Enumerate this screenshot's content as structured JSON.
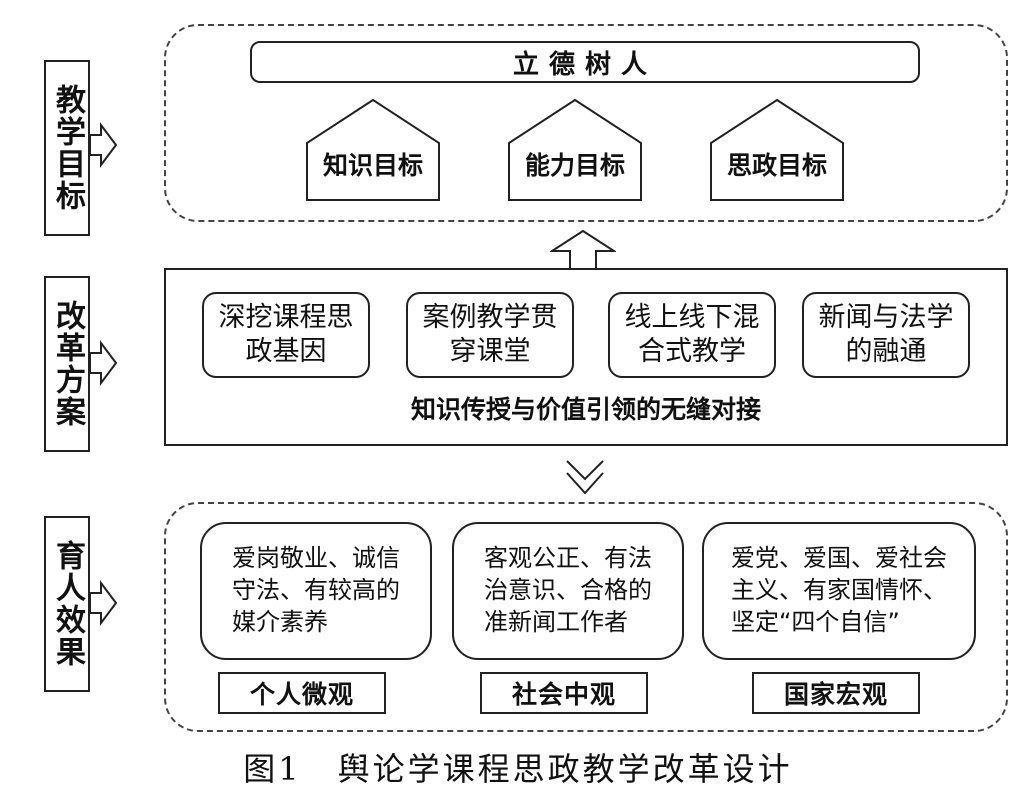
{
  "sections": {
    "goals": {
      "label": "教学目标",
      "top_goal": "立德树人",
      "sub_goals": [
        "知识目标",
        "能力目标",
        "思政目标"
      ]
    },
    "plan": {
      "label": "改革方案",
      "items": [
        "深挖课程思\n政基因",
        "案例教学贯\n穿课堂",
        "线上线下混\n合式教学",
        "新闻与法学\n的融通"
      ],
      "summary": "知识传授与价值引领的无缝对接"
    },
    "effects": {
      "label": "育人效果",
      "items": [
        {
          "text": "爱岗敬业、诚信\n守法、有较高的\n媒介素养",
          "level": "个人微观"
        },
        {
          "text": "客观公正、有法\n治意识、合格的\n准新闻工作者",
          "level": "社会中观"
        },
        {
          "text": "爱党、爱国、爱社会\n主义、有家国情怀、\n坚定“四个自信”",
          "level": "国家宏观"
        }
      ]
    }
  },
  "caption": {
    "figure_number": "图1",
    "title": "舆论学课程思政教学改革设计"
  }
}
